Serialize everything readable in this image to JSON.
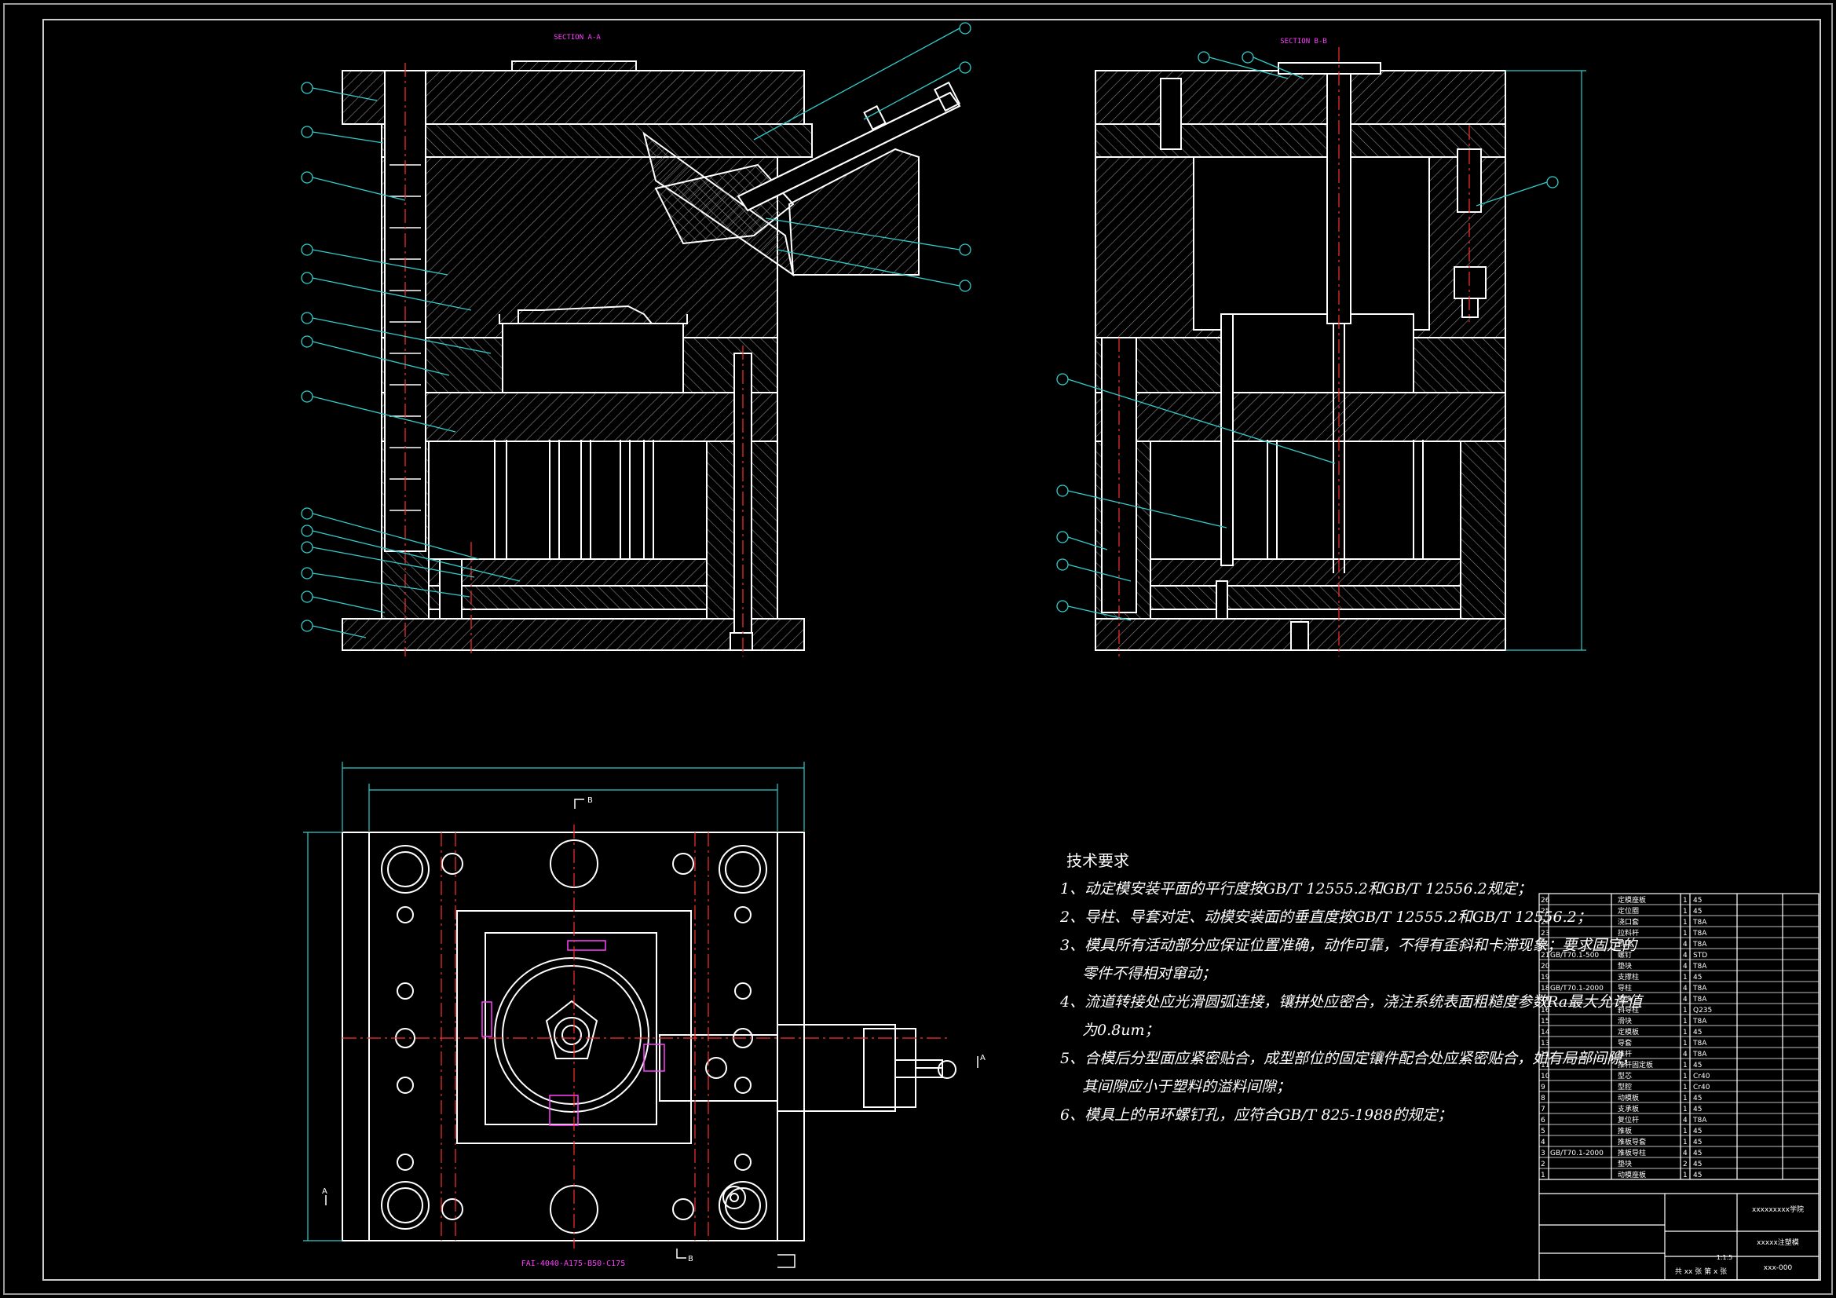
{
  "views": {
    "section_a": {
      "label": "SECTION A-A"
    },
    "section_b": {
      "label": "SECTION B-B"
    },
    "plan": {
      "model_code": "FAI-4040-A175-B50-C175",
      "section_mark_a": "A",
      "section_mark_b": "B"
    }
  },
  "technical_requirements": {
    "heading": "技术要求",
    "items": [
      "1、动定模安装平面的平行度按GB/T 12555.2和GB/T 12556.2规定；",
      "2、导柱、导套对定、动模安装面的垂直度按GB/T 12555.2和GB/T 12556.2；",
      "3、模具所有活动部分应保证位置准确，动作可靠，不得有歪斜和卡滞现象；要求固定的",
      "零件不得相对窜动；",
      "4、流道转接处应光滑圆弧连接，镶拼处应密合，浇注系统表面粗糙度参数Ra最大允许值",
      "为0.8um；",
      "5、合模后分型面应紧密贴合，成型部位的固定镶件配合处应紧密贴合，如有局部间隙，",
      "其间隙应小于塑料的溢料间隙；",
      "6、模具上的吊环螺钉孔，应符合GB/T 825-1988的规定；"
    ]
  },
  "parts_list": [
    {
      "no": "26",
      "std": "",
      "name": "定模座板",
      "qty": "1",
      "mat": "45"
    },
    {
      "no": "25",
      "std": "",
      "name": "定位圈",
      "qty": "1",
      "mat": "45"
    },
    {
      "no": "24",
      "std": "",
      "name": "浇口套",
      "qty": "1",
      "mat": "T8A"
    },
    {
      "no": "23",
      "std": "",
      "name": "拉料杆",
      "qty": "1",
      "mat": "T8A"
    },
    {
      "no": "22",
      "std": "",
      "name": "斜顶",
      "qty": "4",
      "mat": "T8A"
    },
    {
      "no": "21",
      "std": "GB/T70.1-500",
      "name": "螺钉",
      "qty": "4",
      "mat": "STD"
    },
    {
      "no": "20",
      "std": "",
      "name": "垫块",
      "qty": "4",
      "mat": "T8A"
    },
    {
      "no": "19",
      "std": "",
      "name": "支撑柱",
      "qty": "1",
      "mat": "45"
    },
    {
      "no": "18",
      "std": "GB/T70.1-2000",
      "name": "导柱",
      "qty": "4",
      "mat": "T8A"
    },
    {
      "no": "17",
      "std": "",
      "name": "楔块",
      "qty": "4",
      "mat": "T8A"
    },
    {
      "no": "16",
      "std": "",
      "name": "斜导柱",
      "qty": "1",
      "mat": "Q235"
    },
    {
      "no": "15",
      "std": "",
      "name": "滑块",
      "qty": "1",
      "mat": "T8A"
    },
    {
      "no": "14",
      "std": "",
      "name": "定模板",
      "qty": "1",
      "mat": "45"
    },
    {
      "no": "13",
      "std": "",
      "name": "导套",
      "qty": "1",
      "mat": "T8A"
    },
    {
      "no": "12",
      "std": "",
      "name": "推杆",
      "qty": "4",
      "mat": "T8A"
    },
    {
      "no": "11",
      "std": "",
      "name": "推杆固定板",
      "qty": "1",
      "mat": "45"
    },
    {
      "no": "10",
      "std": "",
      "name": "型芯",
      "qty": "1",
      "mat": "Cr40"
    },
    {
      "no": "9",
      "std": "",
      "name": "型腔",
      "qty": "1",
      "mat": "Cr40"
    },
    {
      "no": "8",
      "std": "",
      "name": "动模板",
      "qty": "1",
      "mat": "45"
    },
    {
      "no": "7",
      "std": "",
      "name": "支承板",
      "qty": "1",
      "mat": "45"
    },
    {
      "no": "6",
      "std": "",
      "name": "复位杆",
      "qty": "4",
      "mat": "T8A"
    },
    {
      "no": "5",
      "std": "",
      "name": "推板",
      "qty": "1",
      "mat": "45"
    },
    {
      "no": "4",
      "std": "",
      "name": "推板导套",
      "qty": "1",
      "mat": "45"
    },
    {
      "no": "3",
      "std": "GB/T70.1-2000",
      "name": "推板导柱",
      "qty": "4",
      "mat": "45"
    },
    {
      "no": "2",
      "std": "",
      "name": "垫块",
      "qty": "2",
      "mat": "45"
    },
    {
      "no": "1",
      "std": "",
      "name": "动模座板",
      "qty": "1",
      "mat": "45"
    }
  ],
  "title_block": {
    "school": "xxxxxxxxx学院",
    "drawing_name": "xxxxx注塑模",
    "drawing_no": "xxx-000",
    "scale": "1:1.5",
    "sheets": "共 xx 张  第 x 张"
  },
  "colors": {
    "outline": "#ffffff",
    "hatch": "#9a9a9a",
    "centerline": "#ff3030",
    "leader": "#33cccc",
    "section_label": "#ff40ff",
    "yellow": "#ffff33",
    "frame": "#aaaaaa"
  }
}
